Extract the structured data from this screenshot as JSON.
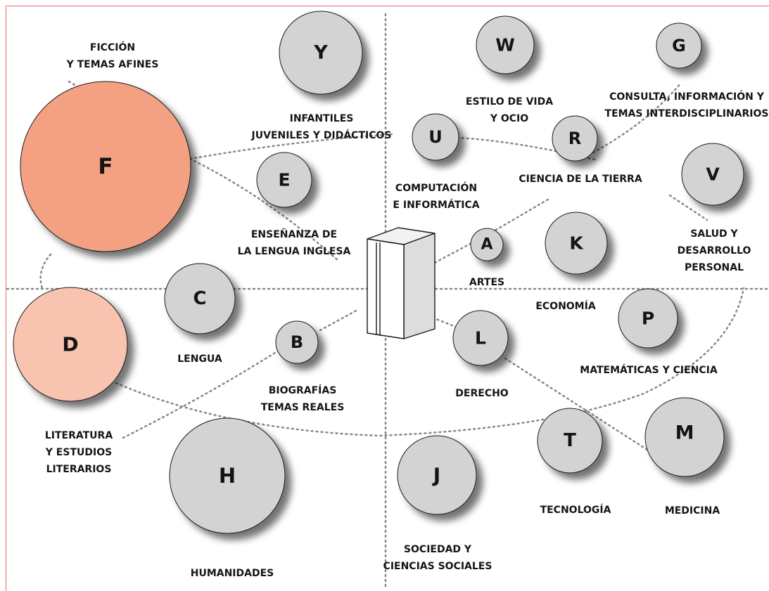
{
  "colors": {
    "circle_fill": "#d3d3d3",
    "fiction_fill": "#f4a183",
    "literature_fill": "#f8c4b0",
    "frame_line": "#e0706a",
    "connector": "#888888"
  },
  "center_icon": "book-icon",
  "categories": [
    {
      "key": "f",
      "letter": "F",
      "label": [
        "FICCIÓN",
        "Y TEMAS AFINES"
      ]
    },
    {
      "key": "y",
      "letter": "Y",
      "label": [
        "INFANTILES",
        "JUVENILES Y DIDÁCTICOS"
      ]
    },
    {
      "key": "w",
      "letter": "W",
      "label": [
        "ESTILO DE VIDA",
        "Y OCIO"
      ]
    },
    {
      "key": "g",
      "letter": "G",
      "label": [
        "CONSULTA, INFORMACIÓN Y",
        "TEMAS INTERDISCIPLINARIOS"
      ]
    },
    {
      "key": "u",
      "letter": "U",
      "label": [
        "COMPUTACIÓN",
        "E INFORMÁTICA"
      ]
    },
    {
      "key": "r",
      "letter": "R",
      "label": [
        "CIENCIA DE LA TIERRA"
      ]
    },
    {
      "key": "e",
      "letter": "E",
      "label": [
        "ENSEÑANZA DE",
        "LA LENGUA INGLESA"
      ]
    },
    {
      "key": "v",
      "letter": "V",
      "label": [
        "SALUD Y",
        "DESARROLLO",
        "PERSONAL"
      ]
    },
    {
      "key": "a",
      "letter": "A",
      "label": [
        "ARTES"
      ]
    },
    {
      "key": "k",
      "letter": "K",
      "label": [
        "ECONOMÍA"
      ]
    },
    {
      "key": "c",
      "letter": "C",
      "label": [
        "LENGUA"
      ]
    },
    {
      "key": "d",
      "letter": "D",
      "label": [
        "LITERATURA",
        "Y ESTUDIOS",
        "LITERARIOS"
      ]
    },
    {
      "key": "b",
      "letter": "B",
      "label": [
        "BIOGRAFÍAS",
        "TEMAS REALES"
      ]
    },
    {
      "key": "l",
      "letter": "L",
      "label": [
        "DERECHO"
      ]
    },
    {
      "key": "p",
      "letter": "P",
      "label": [
        "MATEMÁTICAS Y CIENCIA"
      ]
    },
    {
      "key": "t",
      "letter": "T",
      "label": [
        "TECNOLOGÍA"
      ]
    },
    {
      "key": "m",
      "letter": "M",
      "label": [
        "MEDICINA"
      ]
    },
    {
      "key": "h",
      "letter": "H",
      "label": [
        "HUMANIDADES"
      ]
    },
    {
      "key": "j",
      "letter": "J",
      "label": [
        "SOCIEDAD Y",
        "CIENCIAS SOCIALES"
      ]
    }
  ]
}
